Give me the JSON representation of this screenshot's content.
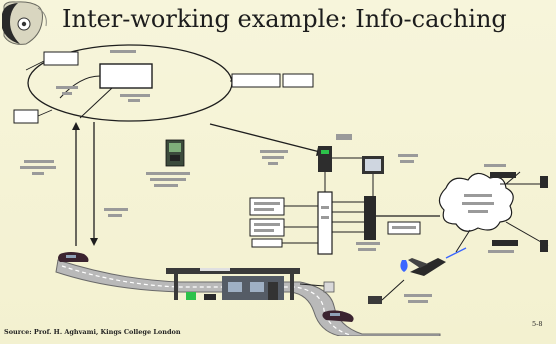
{
  "slide": {
    "title": "Inter-working example: Info-caching",
    "source": "Source: Prof. H. Aghvami, Kings College London",
    "page_number": "5-8"
  },
  "colors": {
    "background": "#f6f4d6",
    "line": "#1e1e1e",
    "road": "#b9b9b9",
    "cloud": "#ffffff",
    "accent_green": "#2cc24a",
    "accent_blue": "#3a66ff",
    "car": "#3b2430"
  },
  "icons": {
    "logo": "university-crest-icon",
    "server": "server-rack-icon",
    "router": "router-icon",
    "mobile_terminal": "mobile-phone-icon",
    "car": "car-icon",
    "station": "roadside-station-icon",
    "cloud": "network-cloud-icon",
    "aircraft": "aircraft-icon"
  }
}
